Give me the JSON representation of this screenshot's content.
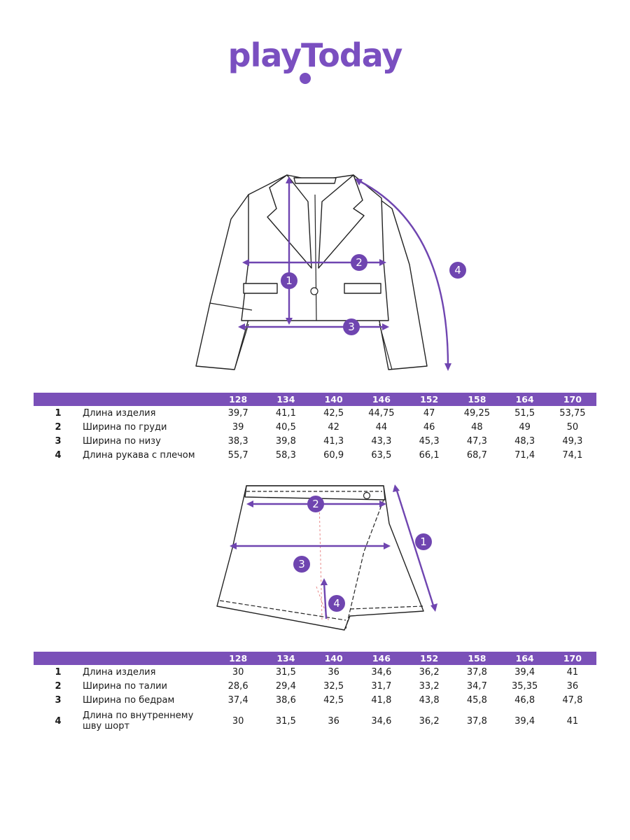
{
  "brand": {
    "name": "playToday",
    "color": "#7a4fc0"
  },
  "sizes": [
    "128",
    "134",
    "140",
    "146",
    "152",
    "158",
    "164",
    "170"
  ],
  "jacket": {
    "markers": [
      "1",
      "2",
      "3",
      "4"
    ],
    "rows": [
      {
        "num": "1",
        "label": "Длина изделия",
        "values": [
          "39,7",
          "41,1",
          "42,5",
          "44,75",
          "47",
          "49,25",
          "51,5",
          "53,75"
        ]
      },
      {
        "num": "2",
        "label": "Ширина по груди",
        "values": [
          "39",
          "40,5",
          "42",
          "44",
          "46",
          "48",
          "49",
          "50"
        ]
      },
      {
        "num": "3",
        "label": "Ширина по низу",
        "values": [
          "38,3",
          "39,8",
          "41,3",
          "43,3",
          "45,3",
          "47,3",
          "48,3",
          "49,3"
        ]
      },
      {
        "num": "4",
        "label": "Длина рукава с плечом",
        "values": [
          "55,7",
          "58,3",
          "60,9",
          "63,5",
          "66,1",
          "68,7",
          "71,4",
          "74,1"
        ]
      }
    ]
  },
  "skort": {
    "markers": [
      "1",
      "2",
      "3",
      "4"
    ],
    "rows": [
      {
        "num": "1",
        "label": "Длина изделия",
        "values": [
          "30",
          "31,5",
          "36",
          "34,6",
          "36,2",
          "37,8",
          "39,4",
          "41"
        ]
      },
      {
        "num": "2",
        "label": "Ширина по талии",
        "values": [
          "28,6",
          "29,4",
          "32,5",
          "31,7",
          "33,2",
          "34,7",
          "35,35",
          "36"
        ]
      },
      {
        "num": "3",
        "label": "Ширина по бедрам",
        "values": [
          "37,4",
          "38,6",
          "42,5",
          "41,8",
          "43,8",
          "45,8",
          "46,8",
          "47,8"
        ]
      },
      {
        "num": "4",
        "label": "Длина по внутреннему шву шорт",
        "values": [
          "30",
          "31,5",
          "36",
          "34,6",
          "36,2",
          "37,8",
          "39,4",
          "41"
        ]
      }
    ]
  },
  "colors": {
    "accent": "#7a50b8",
    "badge": "#6f45b0",
    "line": "#222222"
  }
}
